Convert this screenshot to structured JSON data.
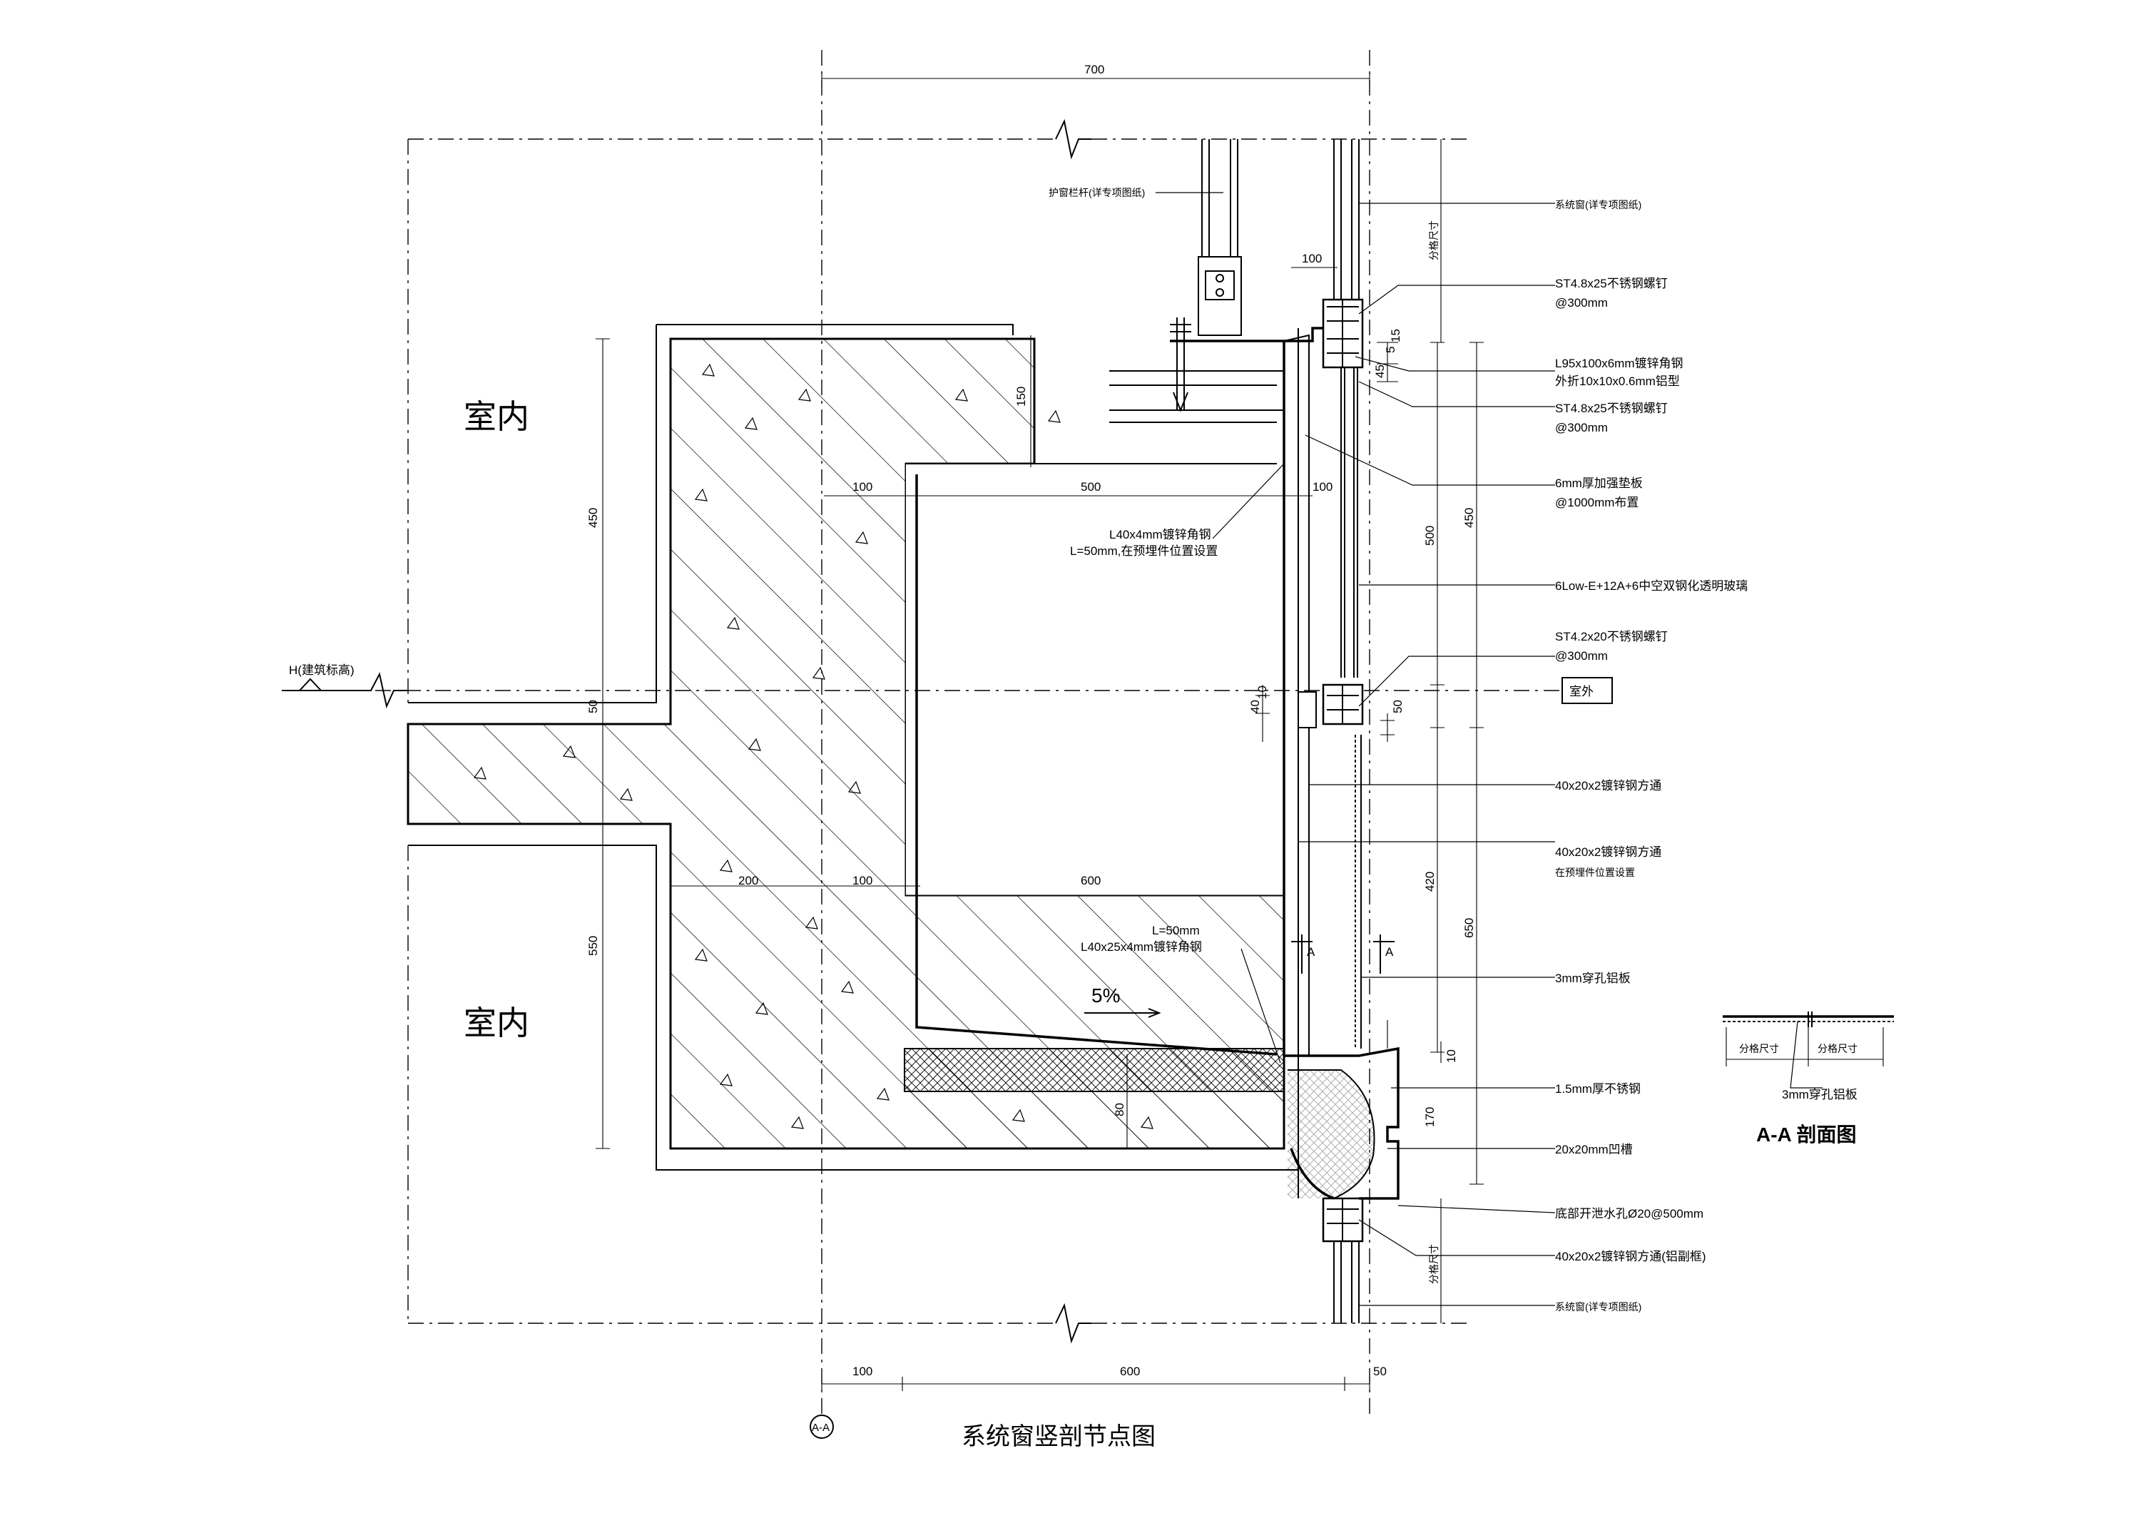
{
  "title": "系统窗竖剖节点图",
  "section_marker": "A-A",
  "room_labels": {
    "indoor_top": "室内",
    "indoor_bottom": "室内",
    "outdoor": "室外"
  },
  "level_mark": "H(建筑标高)",
  "slope": "5%",
  "section_arrows": [
    "A",
    "A"
  ],
  "dimensions": {
    "top_700": "700",
    "d100_frame": "100",
    "d150": "150",
    "d100_left": "100",
    "d500": "500",
    "d100_right": "100",
    "d450_left": "450",
    "d50_left": "50",
    "d550_left": "550",
    "d200": "200",
    "d100_mid": "100",
    "d600_mid": "600",
    "d80": "80",
    "d45": "45",
    "d5": "5",
    "d15": "15",
    "d500_right": "500",
    "d450_right": "450",
    "d40": "40",
    "d10": "10",
    "d50_right": "50",
    "d420": "420",
    "d650": "650",
    "d10_bottom": "10",
    "d170": "170",
    "bottom_100": "100",
    "bottom_600": "600",
    "bottom_50": "50",
    "grid_size_top": "分格尺寸",
    "grid_size_bottom": "分格尺寸"
  },
  "annotations": {
    "guard_rail": "护窗栏杆(详专项图纸)",
    "system_window_top": "系统窗(详专项图纸)",
    "screw_1": "ST4.8x25不锈钢螺钉",
    "screw_1_spacing": "@300mm",
    "angle_steel": "L95x100x6mm镀锌角钢",
    "aluminum_bend": "外折10x10x0.6mm铝型",
    "screw_2": "ST4.8x25不锈钢螺钉",
    "screw_2_spacing": "@300mm",
    "shim": "6mm厚加强垫板",
    "shim_spacing": "@1000mm布置",
    "small_angle": "L40x4mm镀锌角钢",
    "small_angle_len": "L=50mm,在预埋件位置设置",
    "glass": "6Low-E+12A+6中空双钢化透明玻璃",
    "screw_3": "ST4.2x20不锈钢螺钉",
    "screw_3_spacing": "@300mm",
    "tube_1": "40x20x2镀锌钢方通",
    "tube_2": "40x20x2镀锌钢方通",
    "tube_2_note": "在预埋件位置设置",
    "lower_angle_len": "L=50mm",
    "lower_angle": "L40x25x4mm镀锌角钢",
    "perforated_panel": "3mm穿孔铝板",
    "stainless": "1.5mm厚不锈钢",
    "groove": "20x20mm凹槽",
    "drain": "底部开泄水孔Ø20@500mm",
    "tube_3": "40x20x2镀锌钢方通(铝副框)",
    "system_window_bottom": "系统窗(详专项图纸)"
  },
  "section_aa": {
    "title": "A-A 剖面图",
    "grid_left": "分格尺寸",
    "grid_right": "分格尺寸",
    "panel": "3mm穿孔铝板"
  }
}
